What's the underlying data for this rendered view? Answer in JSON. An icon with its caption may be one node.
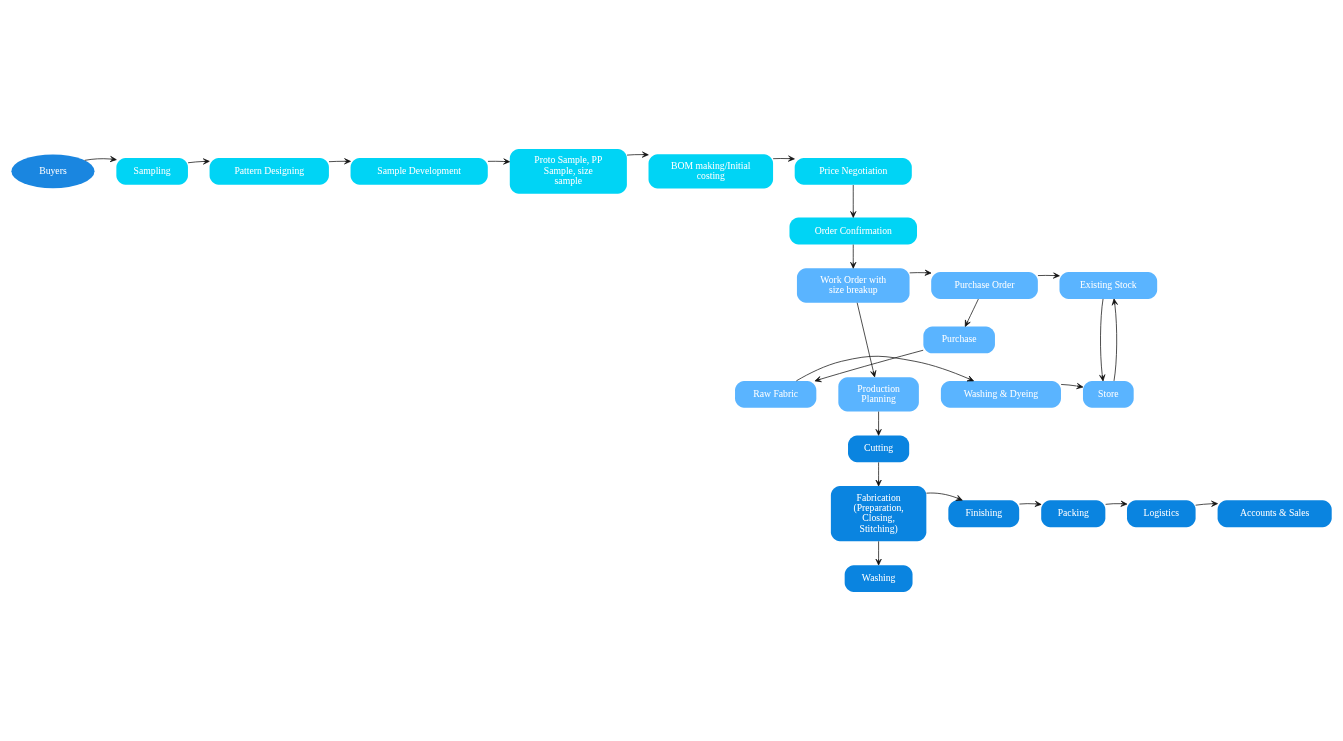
{
  "diagram": {
    "nodes": [
      {
        "text": [
          "Buyers"
        ]
      },
      {
        "text": [
          "Sampling"
        ]
      },
      {
        "text": [
          "Pattern Designing"
        ]
      },
      {
        "text": [
          "Sample Development"
        ]
      },
      {
        "text": [
          "Proto Sample, PP Sample, size sample"
        ]
      },
      {
        "text": [
          "BOM making/Initial costing"
        ]
      },
      {
        "text": [
          "Price Negotiation"
        ]
      },
      {
        "text": [
          "Order Confirmation"
        ]
      },
      {
        "text": [
          "Work Order with size breakup"
        ]
      },
      {
        "text": [
          "Purchase Order"
        ]
      },
      {
        "text": [
          "Existing Stock"
        ]
      },
      {
        "text": [
          "Purchase"
        ]
      },
      {
        "text": [
          "Raw Fabric"
        ]
      },
      {
        "text": [
          "Washing & Dyeing"
        ]
      },
      {
        "text": [
          "Store"
        ]
      },
      {
        "text": [
          "Production Planning"
        ]
      },
      {
        "text": [
          "Cutting"
        ]
      },
      {
        "text": [
          "Fabrication (Preparation, Closing, Stitching)"
        ]
      },
      {
        "text": [
          "Washing"
        ]
      },
      {
        "text": [
          "Finishing"
        ]
      },
      {
        "text": [
          "Packing"
        ]
      },
      {
        "text": [
          "Logistics"
        ]
      },
      {
        "text": [
          "Accounts & Sales"
        ]
      }
    ],
    "edges": [
      {
        "from": 0,
        "to": 1,
        "arrow": "to"
      },
      {
        "from": 1,
        "to": 2,
        "arrow": "to"
      },
      {
        "from": 2,
        "to": 3,
        "arrow": "to"
      },
      {
        "from": 3,
        "to": 4,
        "arrow": "to"
      },
      {
        "from": 4,
        "to": 5,
        "arrow": "to"
      },
      {
        "from": 5,
        "to": 6,
        "arrow": "to"
      },
      {
        "from": 6,
        "to": 7,
        "arrow": "to"
      },
      {
        "from": 7,
        "to": 8,
        "arrow": "to"
      },
      {
        "from": 8,
        "to": 9,
        "arrow": "to"
      },
      {
        "from": 9,
        "to": 10,
        "arrow": "to"
      },
      {
        "from": 9,
        "to": 11,
        "arrow": "to"
      },
      {
        "from": 11,
        "to": 12,
        "arrow": "to"
      },
      {
        "from": 12,
        "to": 13,
        "arrow": "to"
      },
      {
        "from": 13,
        "to": 14,
        "arrow": "to"
      },
      {
        "from": 14,
        "to": 10,
        "arrow": "to"
      },
      {
        "from": 10,
        "to": 14,
        "arrow": "to"
      },
      {
        "from": 8,
        "to": 15,
        "arrow": "to"
      },
      {
        "from": 15,
        "to": 16,
        "arrow": "to"
      },
      {
        "from": 16,
        "to": 17,
        "arrow": "to"
      },
      {
        "from": 17,
        "to": 18,
        "arrow": "to"
      },
      {
        "from": 17,
        "to": 19,
        "arrow": "to"
      },
      {
        "from": 19,
        "to": 20,
        "arrow": "to"
      },
      {
        "from": 20,
        "to": 21,
        "arrow": "to"
      },
      {
        "from": 21,
        "to": 22,
        "arrow": "to"
      }
    ]
  }
}
